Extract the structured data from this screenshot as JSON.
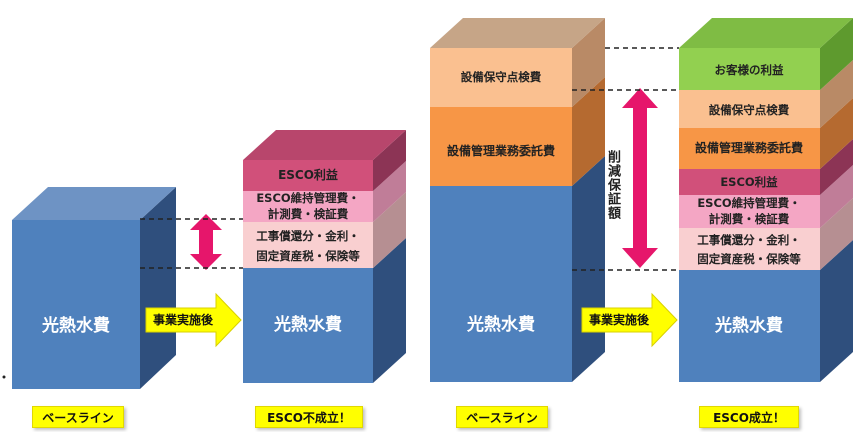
{
  "colors": {
    "blue": "#4f81bd",
    "esco_profit": "#d1507a",
    "esco_maintenance": "#f4a6c4",
    "construction": "#f9cfd0",
    "management": "#f79646",
    "inspection": "#fac090",
    "customer": "#92d050",
    "magenta_arrow": "#e6166b",
    "yellow": "#ffff00"
  },
  "segment_labels": {
    "utilities": "光熱水費",
    "esco_profit": "ESCO利益",
    "esco_maintenance_1": "ESCO維持管理費・",
    "esco_maintenance_2": "計測費・検証費",
    "construction_1": "工事償還分・金利・",
    "construction_2": "固定資産税・保険等",
    "management": "設備管理業務委託費",
    "inspection": "設備保守点検費",
    "customer_benefit": "お客様の利益"
  },
  "arrows": {
    "implementation_1": "事業実施後",
    "implementation_2": "事業実施後",
    "guaranteed_savings": "削減保証額"
  },
  "badges": {
    "baseline_1": "ベースライン",
    "fail": "ESCO不成立！",
    "baseline_2": "ベースライン",
    "success": "ESCO成立！"
  }
}
